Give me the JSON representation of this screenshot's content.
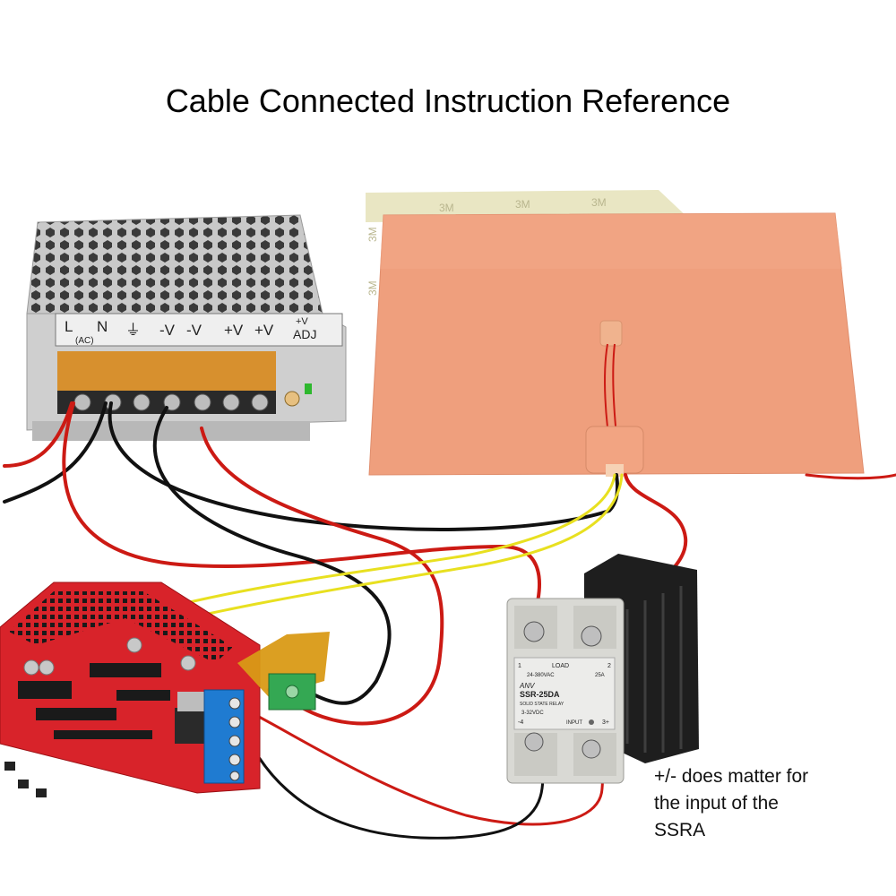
{
  "title": "Cable Connected Instruction Reference",
  "note_lines": [
    "+/- does matter for",
    "the input of the",
    "SSRA"
  ],
  "power_supply": {
    "terminal_labels": [
      "L",
      "N",
      "(AC)",
      "-V",
      "-V",
      "+V",
      "+V",
      "+V",
      "ADJ"
    ]
  },
  "heater_pad": {
    "brand_marks": [
      "3M",
      "3M",
      "3M",
      "3M",
      "3M"
    ]
  },
  "relay": {
    "brand": "ANV",
    "model": "SSR-25DA",
    "type": "SOLID STATE RELAY",
    "load_label": "LOAD",
    "load_spec": "24-380VAC",
    "current": "25A",
    "input_spec": "3-32VDC",
    "input_label": "INPUT",
    "terminals": [
      "1",
      "2",
      "-4",
      "3+"
    ]
  },
  "colors": {
    "red_wire": "#cc1a14",
    "black_wire": "#111111",
    "yellow_wire": "#e8e020",
    "heater": "#ee9e7a",
    "board": "#d8232a",
    "relay_body": "#d9d9d4",
    "heatsink": "#1e1e1e"
  }
}
